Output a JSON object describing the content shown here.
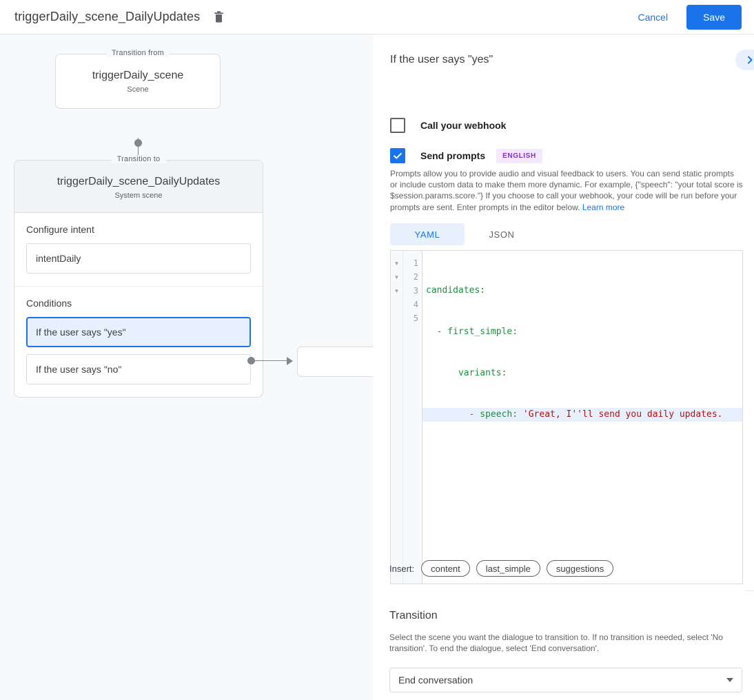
{
  "topbar": {
    "title": "triggerDaily_scene_DailyUpdates",
    "delete_icon": "trash-icon",
    "cancel_label": "Cancel",
    "save_label": "Save"
  },
  "canvas": {
    "from_node": {
      "legend": "Transition from",
      "title": "triggerDaily_scene",
      "subtitle": "Scene"
    },
    "to_node": {
      "legend": "Transition to",
      "title": "triggerDaily_scene_DailyUpdates",
      "subtitle": "System scene"
    },
    "intent_section": {
      "label": "Configure intent",
      "value": "intentDaily"
    },
    "conditions_section": {
      "label": "Conditions",
      "items": [
        {
          "label": "If the user says \"yes\"",
          "selected": true
        },
        {
          "label": "If the user says \"no\"",
          "selected": false
        }
      ]
    },
    "target_node": {
      "label": ""
    }
  },
  "panel": {
    "header": "If the user says \"yes\"",
    "collapse_icon": "chevron-right-icon",
    "webhook": {
      "label": "Call your webhook",
      "checked": false
    },
    "prompts": {
      "label": "Send prompts",
      "checked": true,
      "badge": "ENGLISH",
      "description": "Prompts allow you to provide audio and visual feedback to users. You can send static prompts or include custom data to make them more dynamic. For example, {\"speech\": \"your total score is $session.params.score.\"} If you choose to call your webhook, your code will be run before your prompts are sent. Enter prompts in the editor below. ",
      "learn_more": "Learn more"
    },
    "tabs": [
      {
        "label": "YAML",
        "active": true
      },
      {
        "label": "JSON",
        "active": false
      }
    ],
    "editor": {
      "fold_icon": "triangle-down-icon",
      "lines": [
        {
          "num": "1",
          "fold": true,
          "highlight": false,
          "text": "candidates:"
        },
        {
          "num": "2",
          "fold": true,
          "highlight": false,
          "text": "  - first_simple:"
        },
        {
          "num": "3",
          "fold": true,
          "highlight": false,
          "text": "      variants:"
        },
        {
          "num": "4",
          "fold": false,
          "highlight": true,
          "text": "        - speech: 'Great, I''ll send you daily updates."
        },
        {
          "num": "5",
          "fold": false,
          "highlight": false,
          "text": ""
        }
      ]
    },
    "insert": {
      "label": "Insert:",
      "chips": [
        "content",
        "last_simple",
        "suggestions"
      ]
    },
    "transition": {
      "title": "Transition",
      "description": "Select the scene you want the dialogue to transition to. If no transition is needed, select 'No transition'. To end the dialogue, select 'End conversation'.",
      "selected": "End conversation",
      "caret_icon": "caret-down-icon"
    }
  },
  "colors": {
    "accent": "#1a73e8",
    "canvas_bg": "#f8f9fa",
    "badge_bg": "#f3e8fd",
    "badge_fg": "#8430ce",
    "code_key": "#1e8e3e",
    "code_string": "#b31412"
  }
}
